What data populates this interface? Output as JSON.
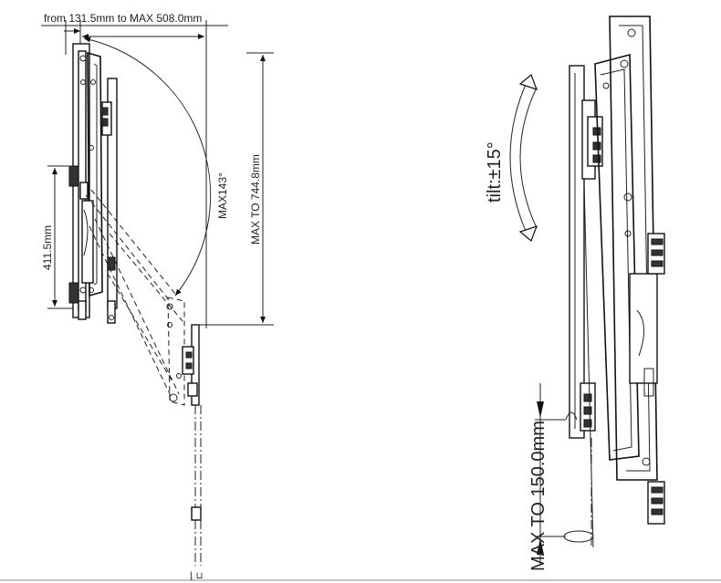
{
  "left_view": {
    "depth_range_label": "from 131.5mm to MAX 508.0mm",
    "swing_angle_label": "MAX143°",
    "height_label": "MAX TO 744.8mm",
    "plate_height_label": "411.5mm"
  },
  "right_view": {
    "tilt_label": "tilt:±15°",
    "lateral_shift_label": "MAX TO 150.0mm"
  },
  "colors": {
    "line": "#111111",
    "background": "#ffffff"
  }
}
